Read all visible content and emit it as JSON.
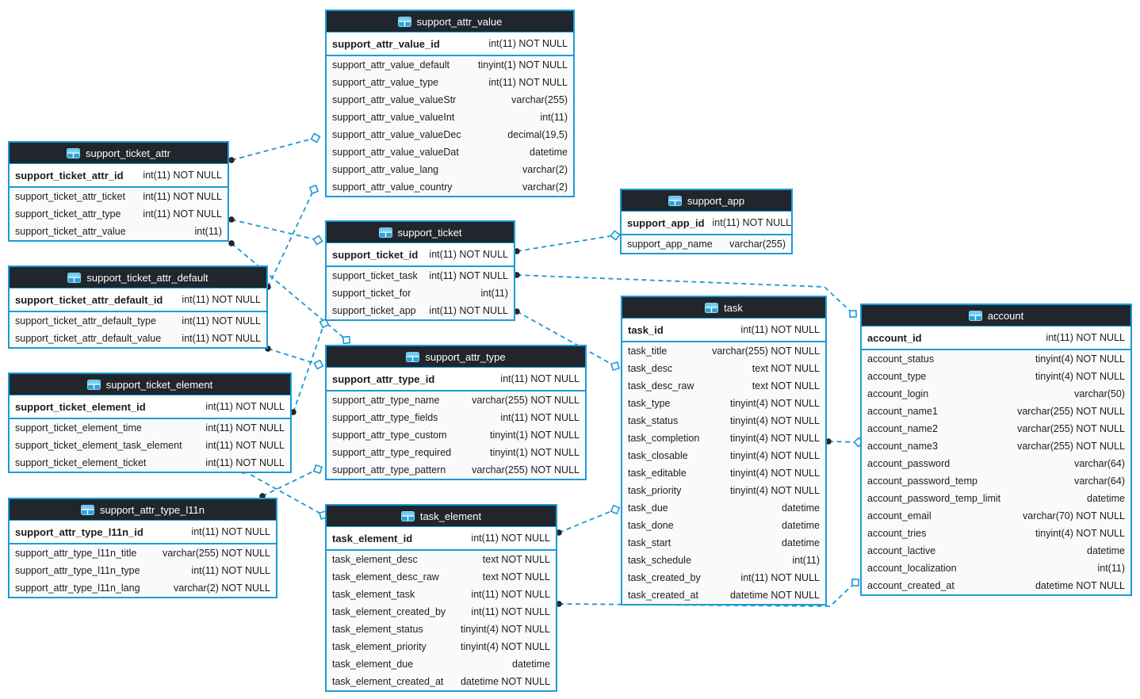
{
  "diagram": {
    "accent_color": "#1a9cd8",
    "header_bg_color": "#20262b",
    "header_text_color": "#ffffff",
    "row_text_color": "#1c1c1c",
    "background_color": "#ffffff",
    "tables": [
      {
        "name": "support_attr_value",
        "icon": "table-icon",
        "primary_key": {
          "name": "support_attr_value_id",
          "type": "int(11) NOT NULL"
        },
        "columns": [
          {
            "name": "support_attr_value_default",
            "type": "tinyint(1) NOT NULL"
          },
          {
            "name": "support_attr_value_type",
            "type": "int(11) NOT NULL"
          },
          {
            "name": "support_attr_value_valueStr",
            "type": "varchar(255)"
          },
          {
            "name": "support_attr_value_valueInt",
            "type": "int(11)"
          },
          {
            "name": "support_attr_value_valueDec",
            "type": "decimal(19,5)"
          },
          {
            "name": "support_attr_value_valueDat",
            "type": "datetime"
          },
          {
            "name": "support_attr_value_lang",
            "type": "varchar(2)"
          },
          {
            "name": "support_attr_value_country",
            "type": "varchar(2)"
          }
        ]
      },
      {
        "name": "support_ticket_attr",
        "icon": "table-icon",
        "primary_key": {
          "name": "support_ticket_attr_id",
          "type": "int(11) NOT NULL"
        },
        "columns": [
          {
            "name": "support_ticket_attr_ticket",
            "type": "int(11) NOT NULL"
          },
          {
            "name": "support_ticket_attr_type",
            "type": "int(11) NOT NULL"
          },
          {
            "name": "support_ticket_attr_value",
            "type": "int(11)"
          }
        ]
      },
      {
        "name": "support_ticket_attr_default",
        "icon": "table-icon",
        "primary_key": {
          "name": "support_ticket_attr_default_id",
          "type": "int(11) NOT NULL"
        },
        "columns": [
          {
            "name": "support_ticket_attr_default_type",
            "type": "int(11) NOT NULL"
          },
          {
            "name": "support_ticket_attr_default_value",
            "type": "int(11) NOT NULL"
          }
        ]
      },
      {
        "name": "support_ticket_element",
        "icon": "table-icon",
        "primary_key": {
          "name": "support_ticket_element_id",
          "type": "int(11) NOT NULL"
        },
        "columns": [
          {
            "name": "support_ticket_element_time",
            "type": "int(11) NOT NULL"
          },
          {
            "name": "support_ticket_element_task_element",
            "type": "int(11) NOT NULL"
          },
          {
            "name": "support_ticket_element_ticket",
            "type": "int(11) NOT NULL"
          }
        ]
      },
      {
        "name": "support_attr_type_l11n",
        "icon": "table-icon",
        "primary_key": {
          "name": "support_attr_type_l11n_id",
          "type": "int(11) NOT NULL"
        },
        "columns": [
          {
            "name": "support_attr_type_l11n_title",
            "type": "varchar(255) NOT NULL"
          },
          {
            "name": "support_attr_type_l11n_type",
            "type": "int(11) NOT NULL"
          },
          {
            "name": "support_attr_type_l11n_lang",
            "type": "varchar(2) NOT NULL"
          }
        ]
      },
      {
        "name": "support_ticket",
        "icon": "table-icon",
        "primary_key": {
          "name": "support_ticket_id",
          "type": "int(11) NOT NULL"
        },
        "columns": [
          {
            "name": "support_ticket_task",
            "type": "int(11) NOT NULL"
          },
          {
            "name": "support_ticket_for",
            "type": "int(11)"
          },
          {
            "name": "support_ticket_app",
            "type": "int(11) NOT NULL"
          }
        ]
      },
      {
        "name": "support_app",
        "icon": "table-icon",
        "primary_key": {
          "name": "support_app_id",
          "type": "int(11) NOT NULL"
        },
        "columns": [
          {
            "name": "support_app_name",
            "type": "varchar(255)"
          }
        ]
      },
      {
        "name": "support_attr_type",
        "icon": "table-icon",
        "primary_key": {
          "name": "support_attr_type_id",
          "type": "int(11) NOT NULL"
        },
        "columns": [
          {
            "name": "support_attr_type_name",
            "type": "varchar(255) NOT NULL"
          },
          {
            "name": "support_attr_type_fields",
            "type": "int(11) NOT NULL"
          },
          {
            "name": "support_attr_type_custom",
            "type": "tinyint(1) NOT NULL"
          },
          {
            "name": "support_attr_type_required",
            "type": "tinyint(1) NOT NULL"
          },
          {
            "name": "support_attr_type_pattern",
            "type": "varchar(255) NOT NULL"
          }
        ]
      },
      {
        "name": "task_element",
        "icon": "table-icon",
        "primary_key": {
          "name": "task_element_id",
          "type": "int(11) NOT NULL"
        },
        "columns": [
          {
            "name": "task_element_desc",
            "type": "text NOT NULL"
          },
          {
            "name": "task_element_desc_raw",
            "type": "text NOT NULL"
          },
          {
            "name": "task_element_task",
            "type": "int(11) NOT NULL"
          },
          {
            "name": "task_element_created_by",
            "type": "int(11) NOT NULL"
          },
          {
            "name": "task_element_status",
            "type": "tinyint(4) NOT NULL"
          },
          {
            "name": "task_element_priority",
            "type": "tinyint(4) NOT NULL"
          },
          {
            "name": "task_element_due",
            "type": "datetime"
          },
          {
            "name": "task_element_created_at",
            "type": "datetime NOT NULL"
          }
        ]
      },
      {
        "name": "task",
        "icon": "table-icon",
        "primary_key": {
          "name": "task_id",
          "type": "int(11) NOT NULL"
        },
        "columns": [
          {
            "name": "task_title",
            "type": "varchar(255) NOT NULL"
          },
          {
            "name": "task_desc",
            "type": "text NOT NULL"
          },
          {
            "name": "task_desc_raw",
            "type": "text NOT NULL"
          },
          {
            "name": "task_type",
            "type": "tinyint(4) NOT NULL"
          },
          {
            "name": "task_status",
            "type": "tinyint(4) NOT NULL"
          },
          {
            "name": "task_completion",
            "type": "tinyint(4) NOT NULL"
          },
          {
            "name": "task_closable",
            "type": "tinyint(4) NOT NULL"
          },
          {
            "name": "task_editable",
            "type": "tinyint(4) NOT NULL"
          },
          {
            "name": "task_priority",
            "type": "tinyint(4) NOT NULL"
          },
          {
            "name": "task_due",
            "type": "datetime"
          },
          {
            "name": "task_done",
            "type": "datetime"
          },
          {
            "name": "task_start",
            "type": "datetime"
          },
          {
            "name": "task_schedule",
            "type": "int(11)"
          },
          {
            "name": "task_created_by",
            "type": "int(11) NOT NULL"
          },
          {
            "name": "task_created_at",
            "type": "datetime NOT NULL"
          }
        ]
      },
      {
        "name": "account",
        "icon": "table-icon",
        "primary_key": {
          "name": "account_id",
          "type": "int(11) NOT NULL"
        },
        "columns": [
          {
            "name": "account_status",
            "type": "tinyint(4) NOT NULL"
          },
          {
            "name": "account_type",
            "type": "tinyint(4) NOT NULL"
          },
          {
            "name": "account_login",
            "type": "varchar(50)"
          },
          {
            "name": "account_name1",
            "type": "varchar(255) NOT NULL"
          },
          {
            "name": "account_name2",
            "type": "varchar(255) NOT NULL"
          },
          {
            "name": "account_name3",
            "type": "varchar(255) NOT NULL"
          },
          {
            "name": "account_password",
            "type": "varchar(64)"
          },
          {
            "name": "account_password_temp",
            "type": "varchar(64)"
          },
          {
            "name": "account_password_temp_limit",
            "type": "datetime"
          },
          {
            "name": "account_email",
            "type": "varchar(70) NOT NULL"
          },
          {
            "name": "account_tries",
            "type": "tinyint(4) NOT NULL"
          },
          {
            "name": "account_lactive",
            "type": "datetime"
          },
          {
            "name": "account_localization",
            "type": "int(11)"
          },
          {
            "name": "account_created_at",
            "type": "datetime NOT NULL"
          }
        ]
      }
    ],
    "relationships": [
      {
        "from": "support_ticket_attr",
        "to": "support_attr_value"
      },
      {
        "from": "support_ticket_attr",
        "to": "support_ticket"
      },
      {
        "from": "support_ticket_attr",
        "to": "support_attr_type"
      },
      {
        "from": "support_ticket_attr_default",
        "to": "support_attr_value"
      },
      {
        "from": "support_ticket_attr_default",
        "to": "support_attr_type"
      },
      {
        "from": "support_ticket_element",
        "to": "support_ticket"
      },
      {
        "from": "support_ticket_element",
        "to": "task_element"
      },
      {
        "from": "support_attr_type_l11n",
        "to": "support_attr_type"
      },
      {
        "from": "support_ticket",
        "to": "support_app"
      },
      {
        "from": "support_ticket",
        "to": "account"
      },
      {
        "from": "support_ticket",
        "to": "task"
      },
      {
        "from": "task_element",
        "to": "task"
      },
      {
        "from": "task_element",
        "to": "account"
      },
      {
        "from": "task",
        "to": "account"
      }
    ]
  }
}
